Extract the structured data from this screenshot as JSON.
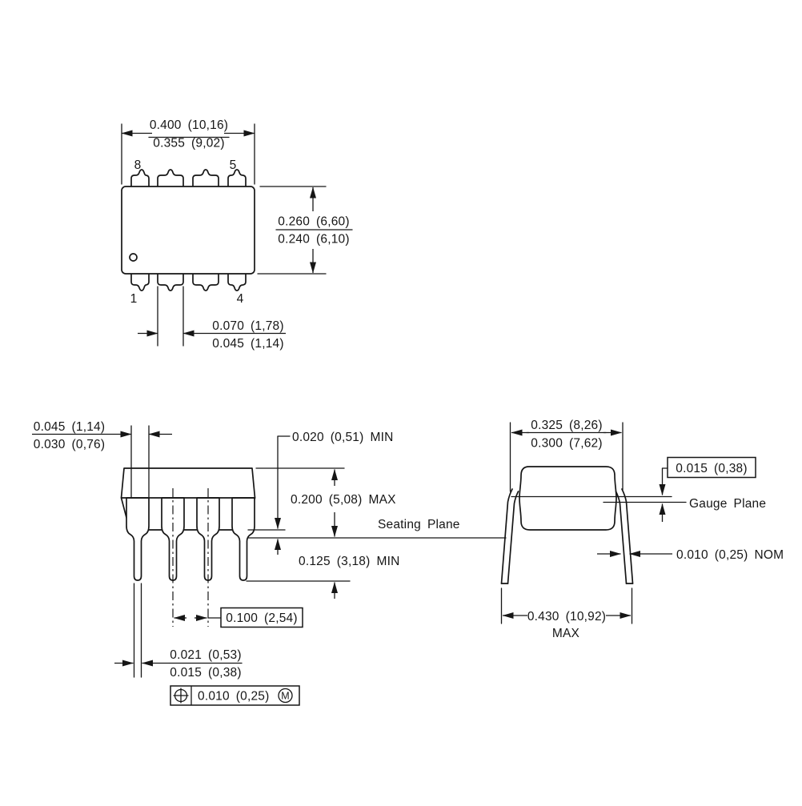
{
  "top_view": {
    "pin_labels": {
      "top_left": "8",
      "top_right": "5",
      "bottom_left": "1",
      "bottom_right": "4"
    },
    "width_dim": {
      "upper": "0.400 (10,16)",
      "lower": "0.355 (9,02)"
    },
    "height_dim": {
      "upper": "0.260 (6,60)",
      "lower": "0.240 (6,10)"
    },
    "lead_shoulder_dim": {
      "upper": "0.070 (1,78)",
      "lower": "0.045 (1,14)"
    }
  },
  "side_view": {
    "lead_width_dim": {
      "upper": "0.045 (1,14)",
      "lower": "0.030 (0,76)"
    },
    "standoff_dim": "0.020 (0,51) MIN",
    "body_height_dim": "0.200 (5,08) MAX",
    "seating_plane_label": "Seating Plane",
    "lead_length_dim": "0.125 (3,18) MIN",
    "pitch_dim": "0.100 (2,54)",
    "lead_thickness_dim": {
      "upper": "0.021 (0,53)",
      "lower": "0.015 (0,38)"
    },
    "position_tolerance": {
      "value": "0.010 (0,25)",
      "modifier": "M"
    }
  },
  "end_view": {
    "row_spacing_dim": {
      "upper": "0.325 (8,26)",
      "lower": "0.300 (7,62)"
    },
    "gauge_offset_dim": "0.015 (0,38)",
    "gauge_plane_label": "Gauge Plane",
    "lead_thickness_dim": "0.010 (0,25) NOM",
    "overall_width_dim": "0.430 (10,92)",
    "overall_width_qualifier": "MAX"
  },
  "colors": {
    "ink": "#161616",
    "paper": "#ffffff"
  }
}
